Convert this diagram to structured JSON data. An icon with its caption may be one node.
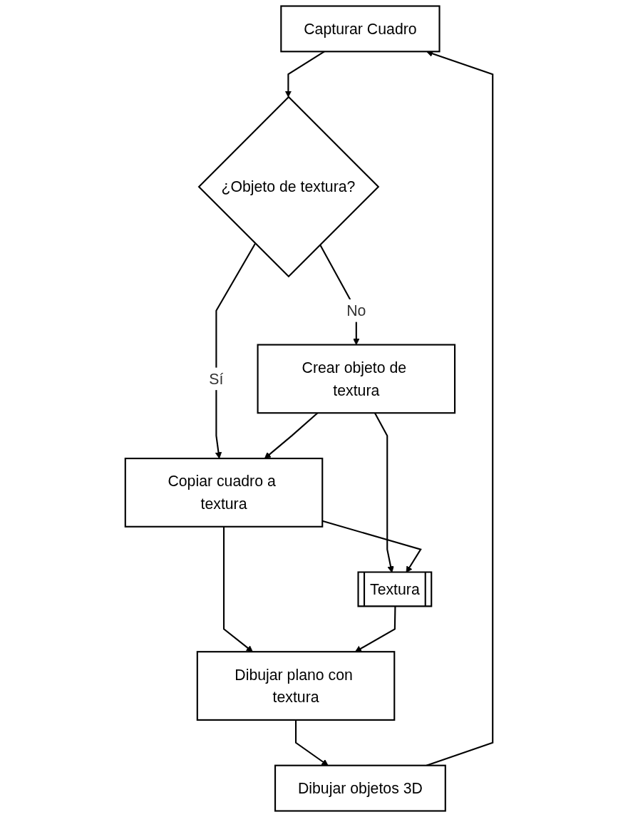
{
  "diagram": {
    "nodes": [
      {
        "text": [
          "Capturar Cuadro"
        ]
      },
      {
        "text": [
          "¿Objeto de textura?"
        ]
      },
      {
        "text": [
          "Crear objeto de textura"
        ]
      },
      {
        "text": [
          "Copiar cuadro a textura"
        ]
      },
      {
        "text": [
          "Textura"
        ]
      },
      {
        "text": [
          "Dibujar plano con textura"
        ]
      },
      {
        "text": [
          "Dibujar objetos 3D"
        ]
      }
    ],
    "edges": [
      {
        "from": 0,
        "to": 1,
        "arrow": "to"
      },
      {
        "from": 1,
        "to": 2,
        "arrow": "to",
        "label": "No"
      },
      {
        "from": 1,
        "to": 3,
        "arrow": "to",
        "label": "Sí"
      },
      {
        "from": 2,
        "to": 3,
        "arrow": "to"
      },
      {
        "from": 2,
        "to": 4,
        "arrow": "to"
      },
      {
        "from": 3,
        "to": 4,
        "arrow": "to"
      },
      {
        "from": 3,
        "to": 5,
        "arrow": "to"
      },
      {
        "from": 4,
        "to": 5,
        "arrow": "to"
      },
      {
        "from": 5,
        "to": 6,
        "arrow": "to"
      },
      {
        "from": 6,
        "to": 0,
        "arrow": "to"
      }
    ]
  }
}
